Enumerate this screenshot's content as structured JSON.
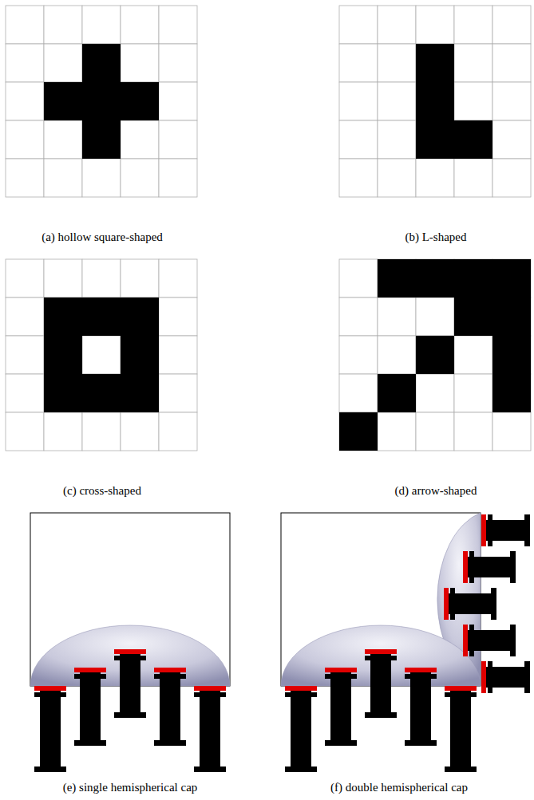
{
  "diagram": {
    "labels": [
      "(a) hollow square-shaped",
      "(b) L-shaped",
      "(c) cross-shaped",
      "(d) arrow-shaped",
      "(e) single hemispherical cap",
      "(f) double hemispherical cap"
    ]
  }
}
